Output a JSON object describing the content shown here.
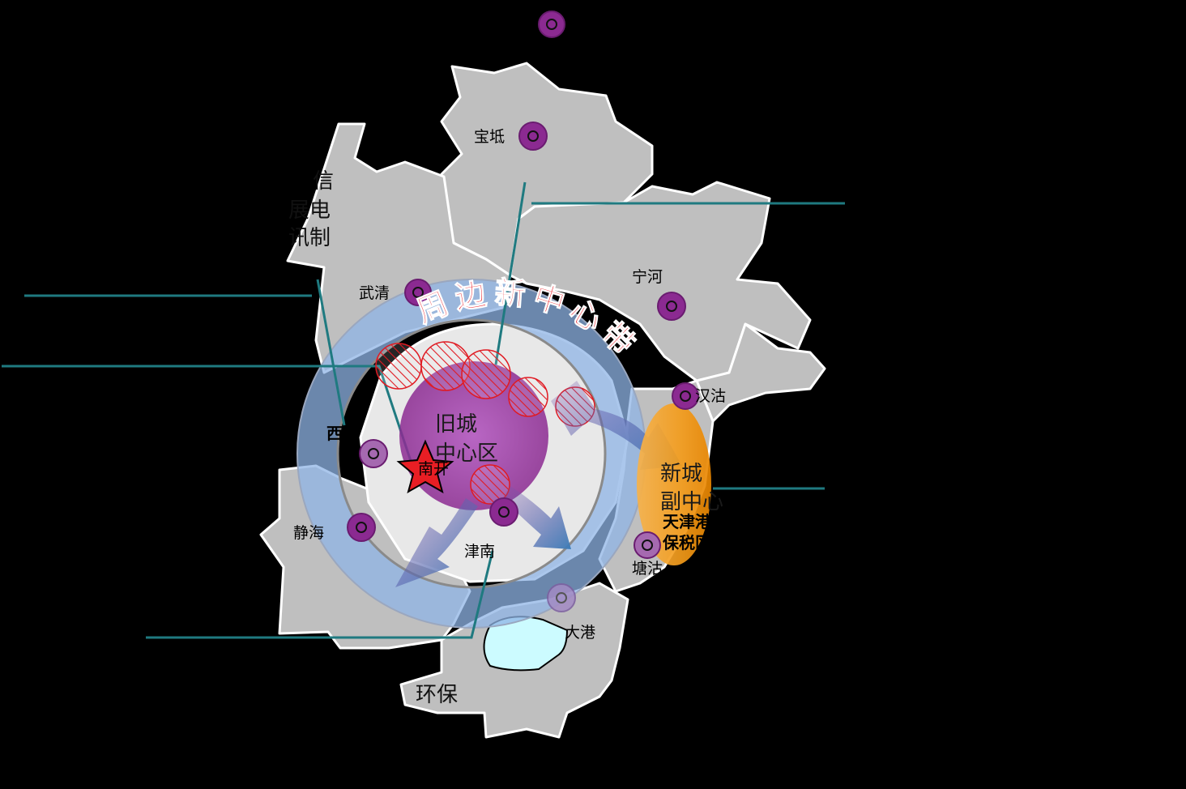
{
  "map": {
    "ring_title": "周边新中心带",
    "old_center": [
      "旧城",
      "中心区"
    ],
    "new_center": [
      "新城",
      "副中心"
    ],
    "port_label": [
      "天津港",
      "保税区"
    ],
    "star_label": "南开",
    "partial_text_lines": [
      "信",
      "展电",
      "讯制"
    ],
    "bottom_text": "环保",
    "places": {
      "baodi": "宝坻",
      "wuqing": "武清",
      "ninghe": "宁河",
      "hangu": "汉沽",
      "xiqing": "西青",
      "jinghai": "静海",
      "jinnan": "津南",
      "tanggu": "塘沽",
      "dagang": "大港"
    }
  },
  "colors": {
    "background": "#000000",
    "district": "#bfbfbf",
    "ring": "#8fb4e6",
    "marker": "#8b2a91",
    "core": "#9b3aa6",
    "new_center": "#f39b1a",
    "leader": "#1f7a80",
    "title": "#e8141e",
    "star": "#e81e24",
    "arrow": "#3f7fb8",
    "water": "#ccfbff"
  }
}
